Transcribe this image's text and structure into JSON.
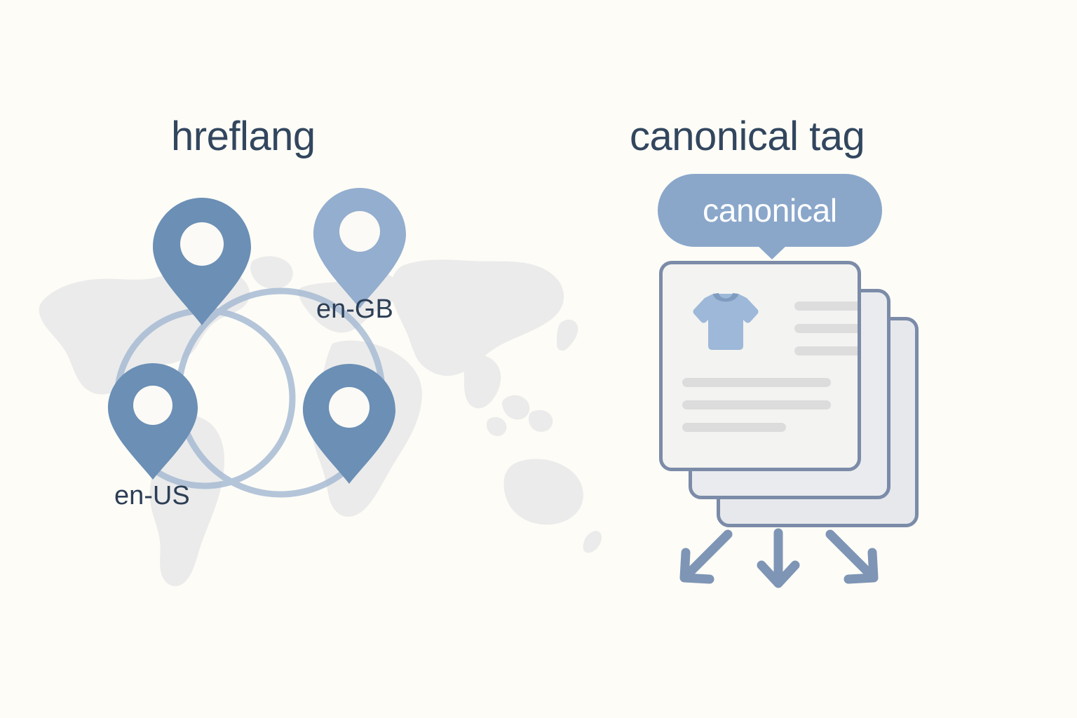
{
  "background_color": "#fdfcf7",
  "accent_colors": {
    "title_text": "#32465e",
    "pin_dark": "#6b8fb5",
    "pin_light": "#93aece",
    "arc_line": "#a8bcd4",
    "badge_fill": "#8aa7ca",
    "badge_text": "#ffffff",
    "card_border": "#7b8ba8",
    "card_front_fill": "#f3f3f1",
    "card_back_fill": "#e6e8ec",
    "placeholder_line": "#dcdcdc",
    "tshirt_fill": "#9db8d8",
    "tshirt_collar": "#7f9cc0",
    "arrow_fill": "#7e95b5",
    "map_silhouette": "#ebebeb"
  },
  "left_panel": {
    "title": "hreflang",
    "icon_name": "world-map",
    "pins": [
      {
        "id": "pin-top-left",
        "label": "",
        "tone": "dark"
      },
      {
        "id": "pin-top-right",
        "label": "en-GB",
        "tone": "light"
      },
      {
        "id": "pin-bottom-left",
        "label": "en-US",
        "tone": "dark"
      },
      {
        "id": "pin-bottom-right",
        "label": "",
        "tone": "dark"
      }
    ],
    "labels": {
      "en_us": "en-US",
      "en_gb": "en-GB"
    },
    "connectors": 2
  },
  "right_panel": {
    "title": "canonical tag",
    "badge": {
      "text": "canonical",
      "shape": "rounded-pill-with-pointer"
    },
    "document_stack": {
      "count": 3,
      "front_card": {
        "product_icon": "tshirt-icon",
        "meta_lines": 3,
        "body_lines": 3
      }
    },
    "arrows": {
      "count": 3,
      "directions": [
        "down-left",
        "down",
        "down-right"
      ]
    }
  }
}
